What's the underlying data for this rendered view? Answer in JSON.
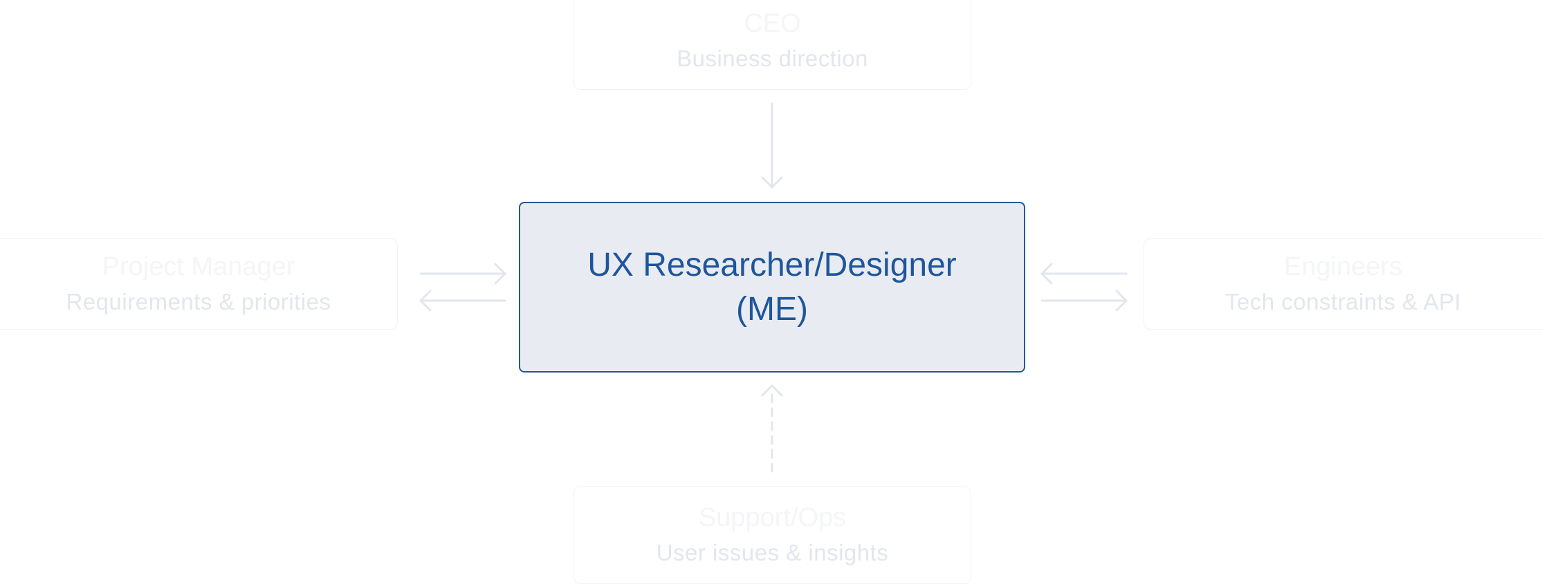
{
  "center_node": {
    "line1": "UX Researcher/Designer",
    "line2": "(ME)"
  },
  "nodes": {
    "top": {
      "title": "CEO",
      "subtitle": "Business direction"
    },
    "left": {
      "title": "Project Manager",
      "subtitle": "Requirements & priorities"
    },
    "right": {
      "title": "Engineers",
      "subtitle": "Tech constraints & API"
    },
    "bottom": {
      "title": "Support/Ops",
      "subtitle": "User issues & insights"
    }
  },
  "colors": {
    "center_fill": "#e8ecf2",
    "center_border": "#20579c",
    "center_text": "#1f559b",
    "connector": "#e2e6ee",
    "faded_text": "#e3e6ec"
  }
}
